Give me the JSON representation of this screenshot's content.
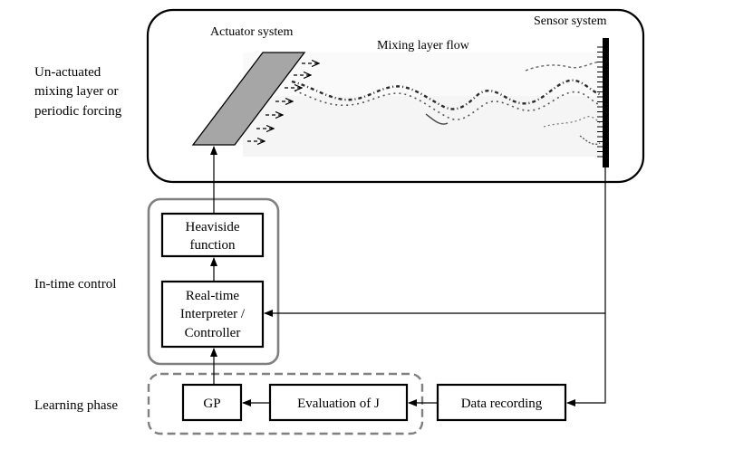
{
  "side_labels": {
    "line1": "Un-actuated",
    "line2": "mixing layer or",
    "line3": "periodic forcing",
    "in_time": "In-time control",
    "learning": "Learning phase"
  },
  "plant": {
    "actuator_label": "Actuator system",
    "flow_label": "Mixing layer flow",
    "sensor_label": "Sensor system"
  },
  "blocks": {
    "heaviside_line1": "Heaviside",
    "heaviside_line2": "function",
    "controller_line1": "Real-time",
    "controller_line2": "Interpreter /",
    "controller_line3": "Controller",
    "gp": "GP",
    "evaluation": "Evaluation of J",
    "data_recording": "Data recording"
  },
  "colors": {
    "line": "#000000",
    "group_border": "#808080",
    "actuator_fill": "#a6a6a6"
  }
}
